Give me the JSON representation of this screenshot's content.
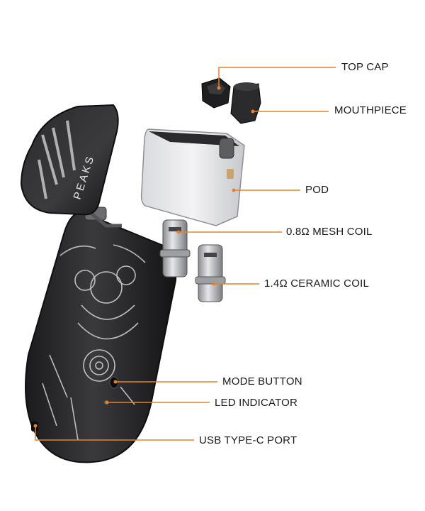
{
  "callouts": {
    "top_cap": "TOP CAP",
    "mouthpiece": "MOUTHPIECE",
    "pod": "POD",
    "mesh_coil": "0.8Ω MESH COIL",
    "ceramic_coil": "1.4Ω CERAMIC COIL",
    "mode_button": "MODE BUTTON",
    "led_indicator": "LED INDICATOR",
    "usb_port": "USB TYPE-C PORT"
  },
  "device": {
    "brand_text": "PEAKS"
  },
  "colors": {
    "leader_line": "#e8822a",
    "body": "#2c2c2e",
    "label_text": "#1a1a1a"
  }
}
